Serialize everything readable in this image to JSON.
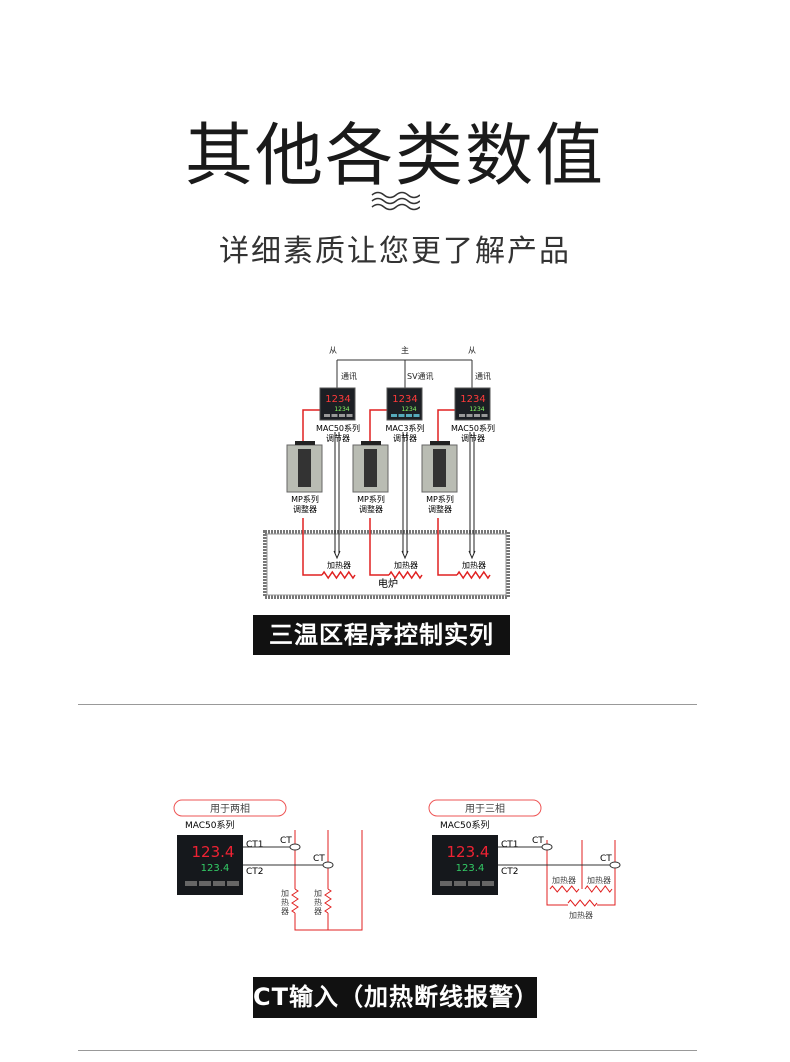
{
  "header": {
    "title": "其他各类数值",
    "subtitle": "详细素质让您更了解产品"
  },
  "diagram1": {
    "roles": [
      "从",
      "主",
      "从"
    ],
    "comm": [
      "通讯",
      "SV通讯",
      "通讯"
    ],
    "controllers": [
      {
        "model": "MAC50系列",
        "type": "调节器",
        "pv": "1234",
        "sv": "1234"
      },
      {
        "model": "MAC3系列",
        "type": "调节器",
        "pv": "1234",
        "sv": "1234"
      },
      {
        "model": "MAC50系列",
        "type": "调节器",
        "pv": "1234",
        "sv": "1234"
      }
    ],
    "regulators": [
      {
        "model": "MP系列",
        "type": "调整器"
      },
      {
        "model": "MP系列",
        "type": "调整器"
      },
      {
        "model": "MP系列",
        "type": "调整器"
      }
    ],
    "heater": "加热器",
    "furnace": "电炉",
    "caption": "三温区程序控制实列"
  },
  "diagram2": {
    "left": {
      "tag": "用于两相",
      "model": "MAC50系列",
      "ct1": "CT1",
      "ct2": "CT2",
      "ct": "CT",
      "heater": "加热器",
      "pv": "123.4",
      "sv": "123.4"
    },
    "right": {
      "tag": "用于三相",
      "model": "MAC50系列",
      "ct1": "CT1",
      "ct2": "CT2",
      "ct": "CT",
      "heater": "加热器",
      "pv": "123.4",
      "sv": "123.4"
    },
    "caption": "CT输入（加热断线报警）"
  },
  "colors": {
    "red": "#e02020",
    "banner": "#111111"
  }
}
